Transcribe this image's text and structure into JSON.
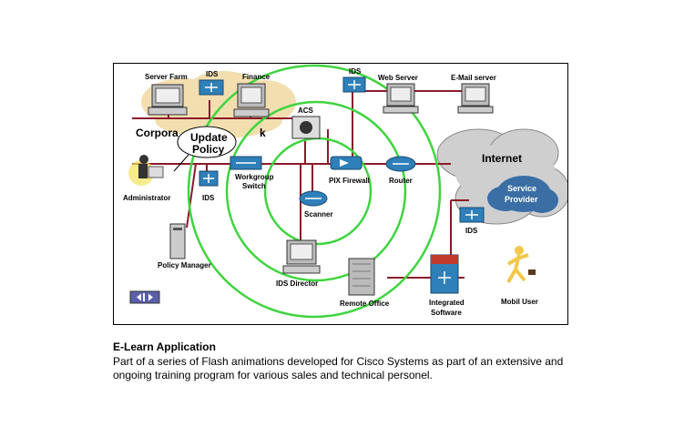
{
  "diagram": {
    "labels": {
      "server_farm": "Server Farm",
      "ids_top_left": "IDS",
      "finance": "Finance",
      "ids_top_mid": "IDS",
      "web_server": "Web Server",
      "email_server": "E-Mail server",
      "acs": "ACS",
      "corporate": "Corpora",
      "corporate_tail": "k",
      "update_policy_line1": "Update",
      "update_policy_line2": "Policy",
      "internet": "Internet",
      "service_provider_line1": "Service",
      "service_provider_line2": "Provider",
      "administrator": "Administrator",
      "ids_left": "IDS",
      "workgroup_line1": "Workgroup",
      "workgroup_line2": "Switch",
      "pix_firewall": "PIX Firewall",
      "router": "Router",
      "scanner": "Scanner",
      "ids_right": "IDS",
      "policy_manager": "Policy Manager",
      "ids_director": "IDS Director",
      "remote_office": "Remote Office",
      "integrated_line1": "Integrated",
      "integrated_line2": "Software",
      "mobil_user": "Mobil User"
    },
    "colors": {
      "network_line": "#8b1a2a",
      "ring": "#3fd43f",
      "cloud": "#f3deb0",
      "internet_cloud": "#cfcfcf",
      "device_blue": "#2f7fb8",
      "provider": "#3a6ea5"
    }
  },
  "caption": {
    "title": "E-Learn Application",
    "text": "Part of a series of Flash animations developed for Cisco Systems as part of an extensive and ongoing training program for various sales and technical personel."
  },
  "nav": {
    "icon": "prev-next-arrows-icon"
  }
}
